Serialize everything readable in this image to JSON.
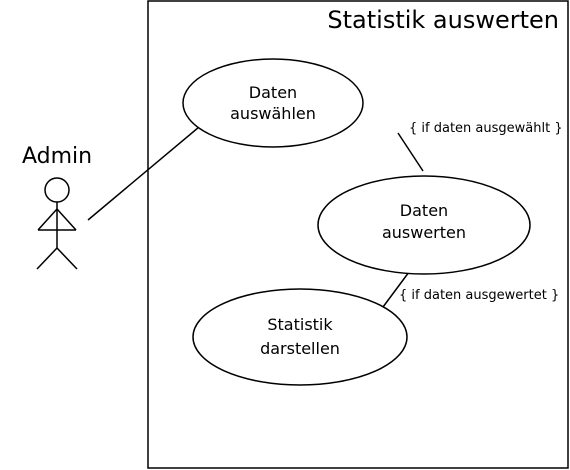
{
  "system": {
    "title": "Statistik auswerten"
  },
  "actor": {
    "name": "Admin",
    "icon": "stick-figure-icon"
  },
  "use_cases": [
    {
      "line1": "Daten",
      "line2": "auswählen"
    },
    {
      "line1": "Daten",
      "line2": "auswerten"
    },
    {
      "line1": "Statistik",
      "line2": "darstellen"
    }
  ],
  "guards": [
    "{ if daten ausgewählt }",
    "{ if daten ausgewertet }"
  ],
  "colors": {
    "background": "#ffffff",
    "stroke": "#000000"
  }
}
